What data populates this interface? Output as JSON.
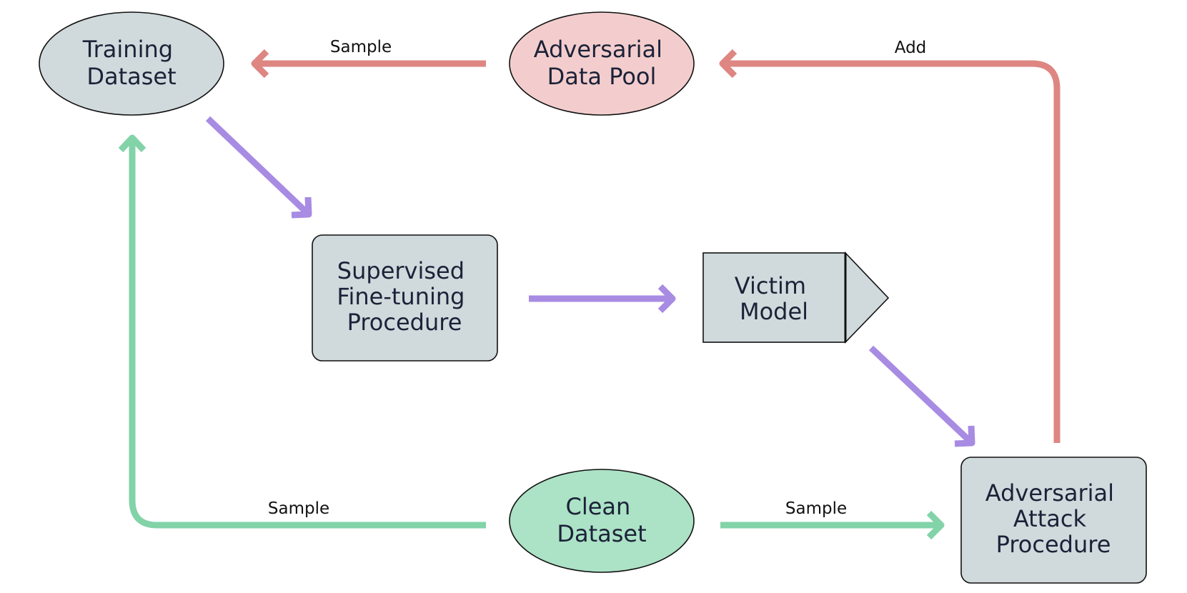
{
  "colors": {
    "node_gray": "#d0d9dc",
    "node_red": "#f3cdcd",
    "node_green": "#ace2c6",
    "edge_red": "#de8682",
    "edge_purple": "#a88be3",
    "edge_green": "#82d3a8",
    "text": "#1b2238"
  },
  "nodes": {
    "training_dataset": {
      "line1": "Training",
      "line2": "Dataset"
    },
    "adversarial_data_pool": {
      "line1": "Adversarial",
      "line2": "Data Pool"
    },
    "supervised_finetuning": {
      "line1": "Supervised",
      "line2": "Fine-tuning",
      "line3": "Procedure"
    },
    "victim_model": {
      "line1": "Victim",
      "line2": "Model"
    },
    "clean_dataset": {
      "line1": "Clean",
      "line2": "Dataset"
    },
    "adversarial_attack": {
      "line1": "Adversarial",
      "line2": "Attack",
      "line3": "Procedure"
    }
  },
  "edges": {
    "pool_to_training": {
      "label": "Sample",
      "color": "red"
    },
    "attack_to_pool": {
      "label": "Add",
      "color": "red"
    },
    "clean_to_training": {
      "label": "Sample",
      "color": "green"
    },
    "clean_to_attack": {
      "label": "Sample",
      "color": "green"
    },
    "training_to_finetuning": {
      "label": "",
      "color": "purple"
    },
    "finetuning_to_victim": {
      "label": "",
      "color": "purple"
    },
    "victim_to_attack": {
      "label": "",
      "color": "purple"
    }
  }
}
